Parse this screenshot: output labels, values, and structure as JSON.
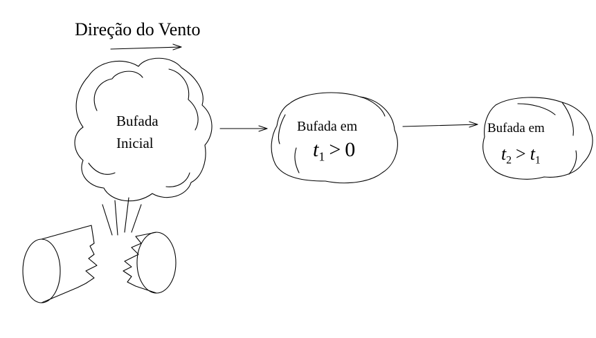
{
  "title": "Direção do Vento",
  "puffs": [
    {
      "label_line1": "Bufada",
      "label_line2": "Inicial"
    },
    {
      "label": "Bufada em",
      "math_var": "t",
      "math_sub": "1",
      "math_op": ">",
      "math_rhs": "0"
    },
    {
      "label": "Bufada em",
      "math_var": "t",
      "math_sub": "2",
      "math_op": ">",
      "math_rhs_var": "t",
      "math_rhs_sub": "1"
    }
  ]
}
